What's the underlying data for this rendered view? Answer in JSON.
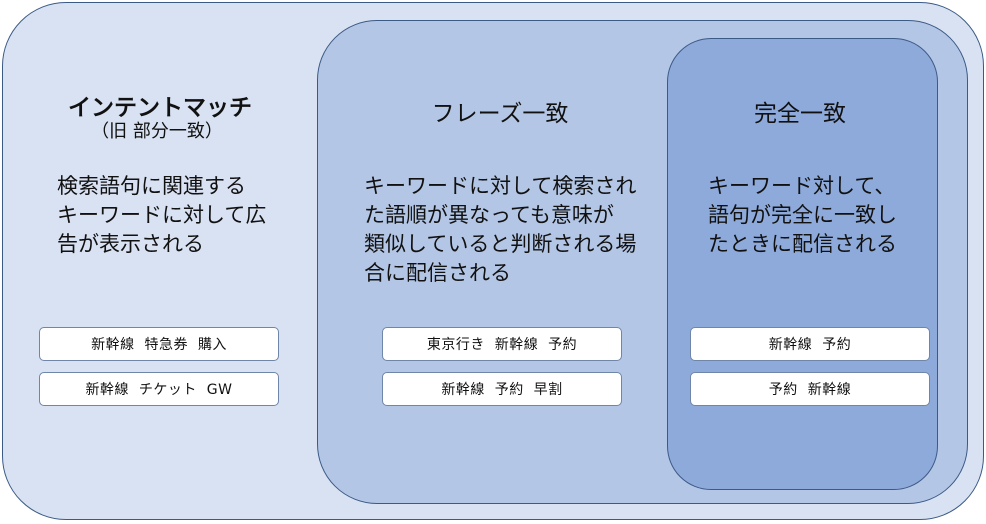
{
  "intent": {
    "title": "インテントマッチ",
    "subtitle": "（旧 部分一致）",
    "description": "検索語句に関連する\nキーワードに対して広\n告が表示される",
    "keywords": [
      "新幹線  特急券  購入",
      "新幹線  チケット  GW"
    ]
  },
  "phrase": {
    "title": "フレーズ一致",
    "description": "キーワードに対して検索され\nた語順が異なっても意味が\n類似していると判断される場\n合に配信される",
    "keywords": [
      "東京行き  新幹線  予約",
      "新幹線  予約  早割"
    ]
  },
  "exact": {
    "title": "完全一致",
    "description": "キーワード対して、\n語句が完全に一致し\nたときに配信される",
    "keywords": [
      "新幹線  予約",
      "予約  新幹線"
    ]
  },
  "colors": {
    "outer": "#d9e2f2",
    "middle": "#b4c6e5",
    "inner": "#8eaadb",
    "border": "#3b5a86"
  }
}
